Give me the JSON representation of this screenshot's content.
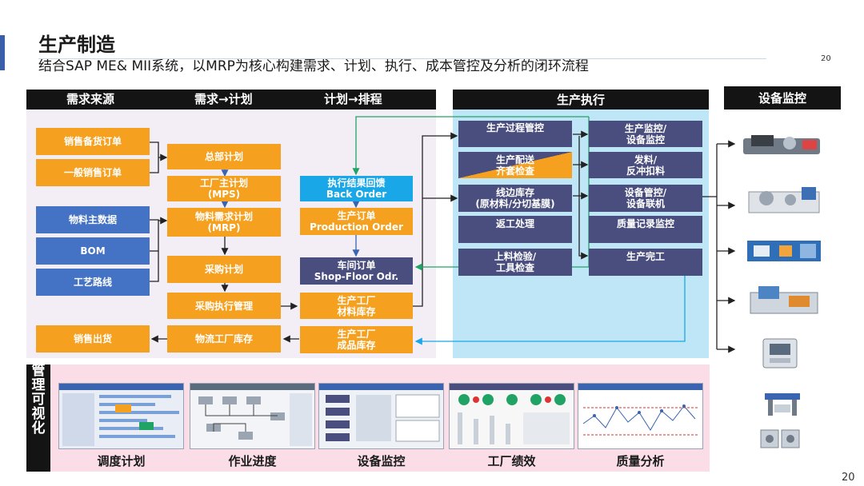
{
  "header": {
    "title": "生产制造",
    "subtitle": "结合SAP ME& MII系统，以MRP为核心构建需求、计划、执行、成本管控及分析的闭环流程",
    "page_number_top": "20",
    "page_number_bottom": "20"
  },
  "columns": {
    "demand_source": "需求来源",
    "demand_to_plan": "需求→计划",
    "plan_to_schedule": "计划→排程",
    "execution": "生产执行",
    "monitoring": "设备监控"
  },
  "demand": {
    "sales_stock_order": "销售备货订单",
    "general_sales_order": "一般销售订单",
    "material_master": "物料主数据",
    "bom": "BOM",
    "routing": "工艺路线",
    "sales_delivery": "销售出货"
  },
  "plan": {
    "master_plan": "总部计划",
    "mps": "工厂主计划\n(MPS)",
    "mrp": "物料需求计划\n(MRP)",
    "purchase_plan": "采购计划",
    "purchase_exec": "采购执行管理",
    "logistics_stock": "物流工厂库存"
  },
  "schedule": {
    "back_order": "执行结果回馈\nBack Order",
    "production_order": "生产订单\nProduction Order",
    "shop_floor_order": "车间订单\nShop-Floor Odr.",
    "material_stock": "生产工厂\n材料库存",
    "finished_stock": "生产工厂\n成品库存"
  },
  "execution": {
    "process_control": "生产过程管控",
    "kitting_check": "生产配送\n齐套检查",
    "line_stock": "线边库存\n(原材料/分切基膜)",
    "rework": "返工处理",
    "inspection": "上料检验/\n工具检查",
    "monitor": "生产监控/\n设备监控",
    "backflush": "发料/\n反冲扣料",
    "equipment": "设备管控/\n设备联机",
    "quality_record": "质量记录监控",
    "completion": "生产完工"
  },
  "management": {
    "side_label": "管理可视化",
    "items": [
      "调度计划",
      "作业进度",
      "设备监控",
      "工厂绩效",
      "质量分析"
    ]
  },
  "colors": {
    "orange": "#f5a01e",
    "blue": "#4472c4",
    "dark": "#4a4e7e",
    "cyan": "#1aa7e8",
    "execution_bg": "#bfe6f7",
    "left_bg": "#f3eef6",
    "bottom_bg": "#fadde6",
    "green_arrow": "#21a366"
  }
}
